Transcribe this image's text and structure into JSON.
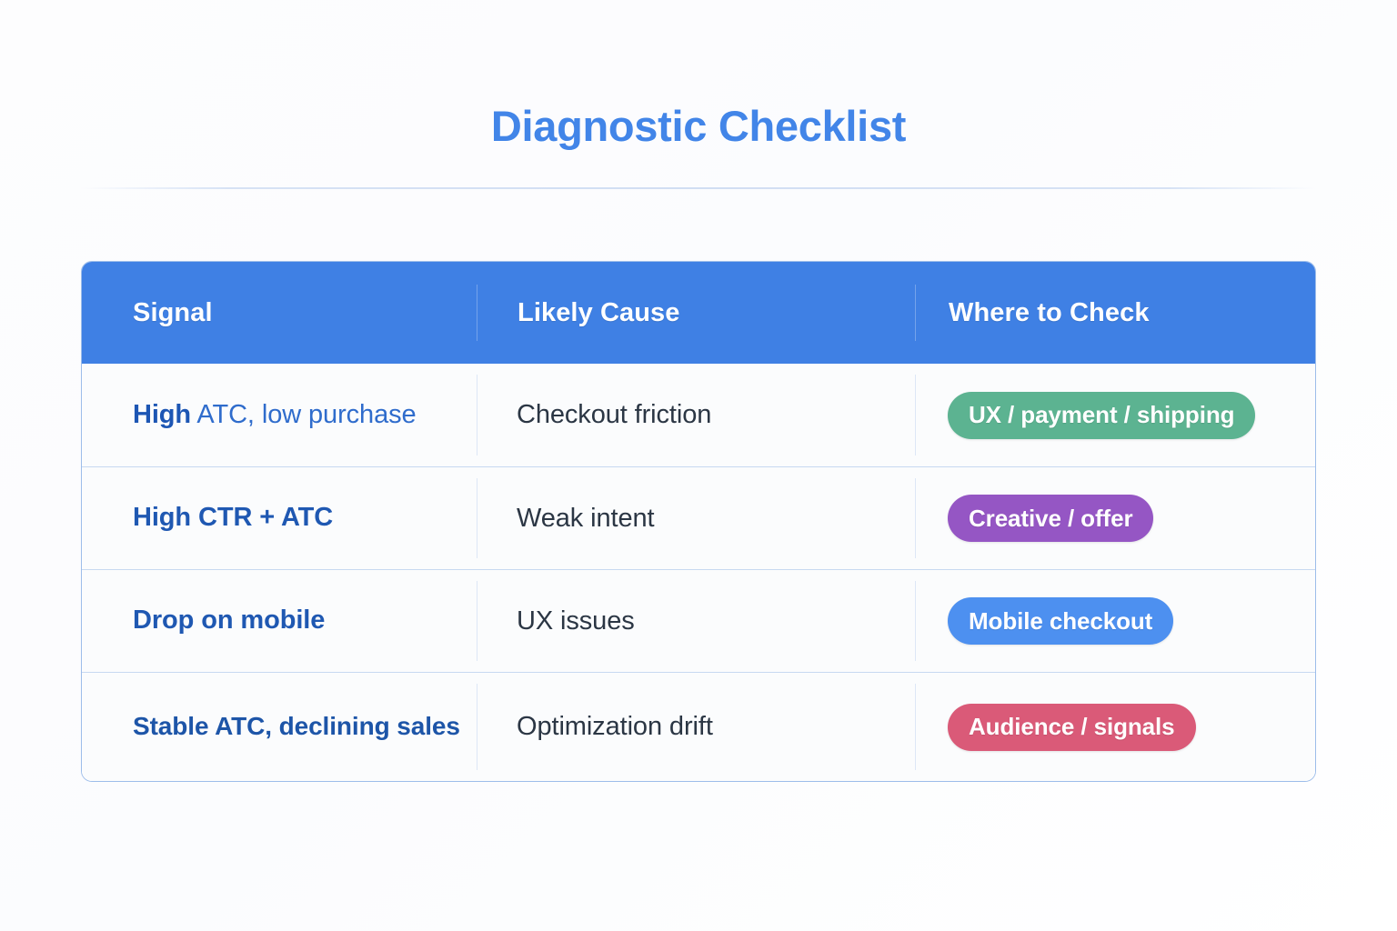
{
  "page": {
    "title": "Diagnostic Checklist",
    "title_color": "#4285e8",
    "background": "#ffffff"
  },
  "table": {
    "header_background": "#3f80e4",
    "border_color": "#9dbdea",
    "row_separator_color": "#c7d9f1",
    "columns": [
      {
        "key": "signal",
        "label": "Signal"
      },
      {
        "key": "cause",
        "label": "Likely Cause"
      },
      {
        "key": "where",
        "label": "Where to Check"
      }
    ],
    "rows": [
      {
        "signal_lead": "High",
        "signal_rest": " ATC, low purchase",
        "signal_full": "High ATC, low purchase",
        "cause": "Checkout friction",
        "badge_label": "UX / payment / shipping",
        "badge_color": "#5cb391"
      },
      {
        "signal_lead": "",
        "signal_rest": "",
        "signal_full": "High CTR + ATC",
        "cause": "Weak intent",
        "badge_label": "Creative / offer",
        "badge_color": "#9556c4"
      },
      {
        "signal_lead": "",
        "signal_rest": "",
        "signal_full": "Drop on mobile",
        "cause": "UX issues",
        "badge_label": "Mobile checkout",
        "badge_color": "#4d90f0"
      },
      {
        "signal_lead": "",
        "signal_rest": "",
        "signal_full": "Stable ATC, declining sales",
        "cause": "Optimization drift",
        "badge_label": "Audience / signals",
        "badge_color": "#da5a78"
      }
    ]
  }
}
